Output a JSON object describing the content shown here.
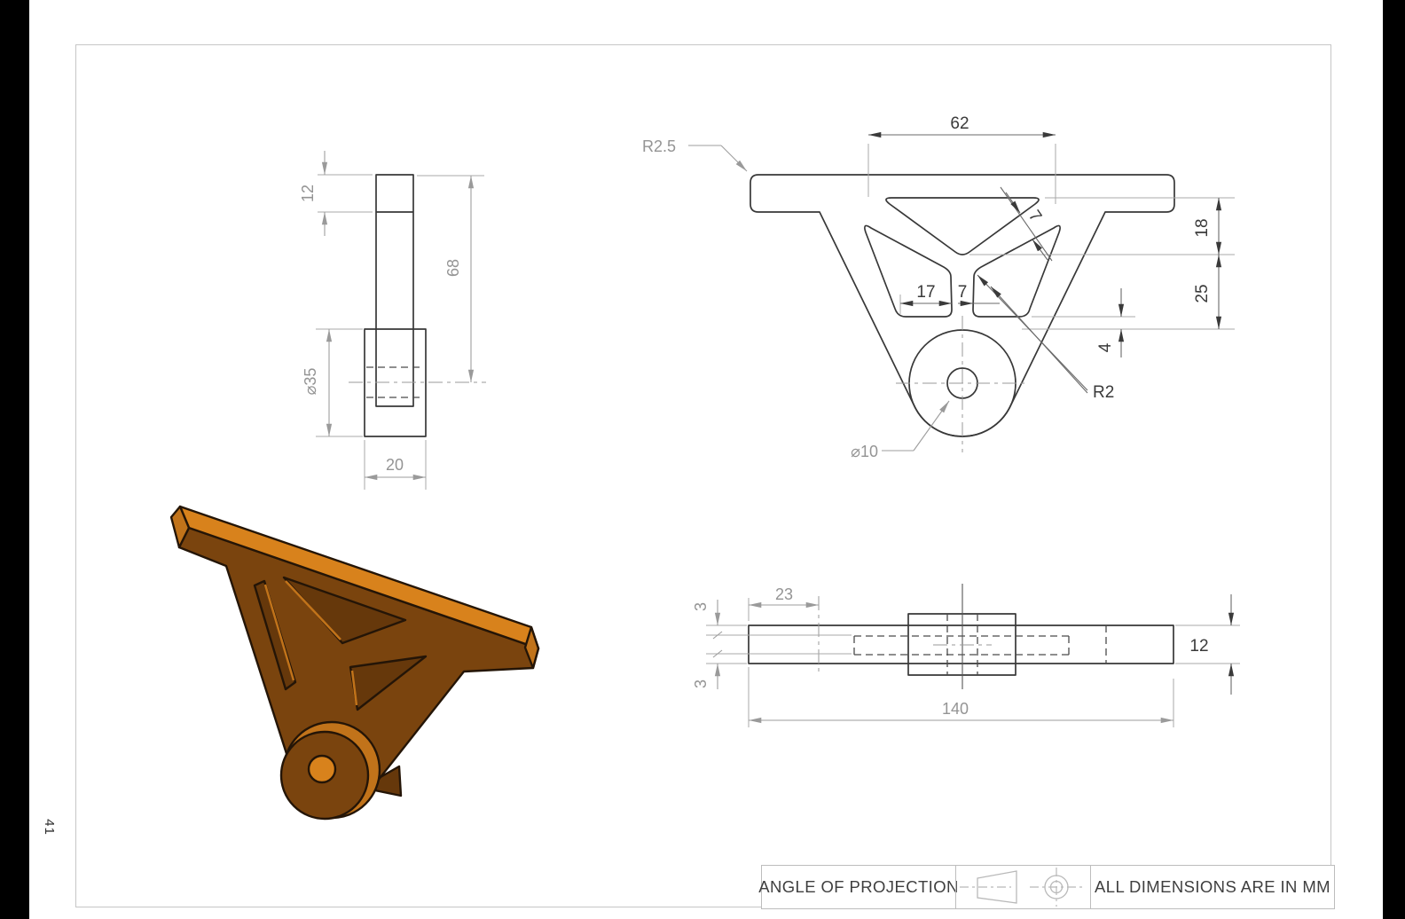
{
  "sheet_number": "41",
  "title_block": {
    "projection_label": "ANGLE OF PROJECTION",
    "units_label": "ALL DIMENSIONS ARE IN MM"
  },
  "side_view": {
    "dim_flange_thickness": "12",
    "dim_total_height": "68",
    "dim_boss_diameter": "⌀35",
    "dim_boss_width": "20"
  },
  "front_view": {
    "dim_top_width": "62",
    "dim_corner_radius": "R2.5",
    "dim_cutout_height": "18",
    "dim_mid_height": "25",
    "dim_gap": "4",
    "dim_slot_left": "17",
    "dim_slot_center": "7",
    "dim_strut": "7",
    "dim_fillet": "R2",
    "dim_hole": "⌀10"
  },
  "bottom_view": {
    "dim_left_offset": "23",
    "dim_rib_inset_top": "3",
    "dim_rib_inset_bottom": "3",
    "dim_length": "140",
    "dim_thickness": "12"
  },
  "iso_view": {
    "colors": {
      "top": "#D8821C",
      "side": "#C1731A",
      "front": "#7A440E",
      "recess": "#66380B",
      "outline": "#241507",
      "hole": "#D8821C"
    }
  },
  "drawing": {
    "line_dark": "#3a3a3a",
    "line_gray": "#9e9e9e",
    "frame_color": "#c6c6c6"
  }
}
